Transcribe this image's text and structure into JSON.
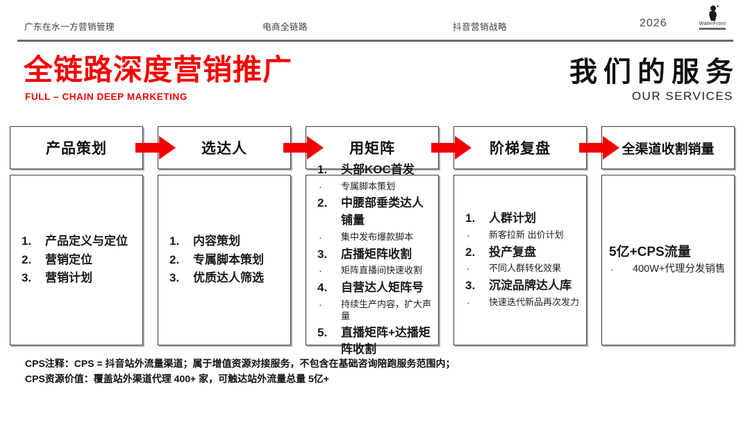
{
  "header": {
    "nav": [
      "广东在水一方营销管理",
      "电商全链路",
      "抖音营销战略"
    ],
    "year": "2026",
    "logo_text": "WaterFront"
  },
  "title": {
    "main": "全链路深度营销推广",
    "subtitle": "FULL – CHAIN DEEP MARKETING"
  },
  "services": {
    "cn": "我们的服务",
    "en": "OUR SERVICES"
  },
  "colors": {
    "accent_red": "#F40000",
    "box_border": "#3C3C3C"
  },
  "process": {
    "columns": [
      {
        "header": "产品策划",
        "items": [
          {
            "num": "1.",
            "title": "产品定义与定位"
          },
          {
            "num": "2.",
            "title": "营销定位"
          },
          {
            "num": "3.",
            "title": "营销计划"
          }
        ]
      },
      {
        "header": "选达人",
        "items": [
          {
            "num": "1.",
            "title": "内容策划"
          },
          {
            "num": "2.",
            "title": "专属脚本策划"
          },
          {
            "num": "3.",
            "title": "优质达人筛选"
          }
        ]
      },
      {
        "header": "用矩阵",
        "items": [
          {
            "num": "1.",
            "title": "头部KOC首发",
            "sub": "专属脚本策划"
          },
          {
            "num": "2.",
            "title": "中腰部垂类达人铺量",
            "sub": "集中发布爆款脚本"
          },
          {
            "num": "3.",
            "title": "店播矩阵收割",
            "sub": "矩阵直播间快速收割"
          },
          {
            "num": "4.",
            "title": "自营达人矩阵号",
            "sub": "持续生产内容，扩大声量"
          },
          {
            "num": "5.",
            "title": "直播矩阵+达播矩阵收割"
          }
        ]
      },
      {
        "header": "阶梯复盘",
        "items": [
          {
            "num": "1.",
            "title": "人群计划",
            "sub": "新客拉新 出价计划"
          },
          {
            "num": "2.",
            "title": "投产复盘",
            "sub": "不同人群转化效果"
          },
          {
            "num": "3.",
            "title": "沉淀品牌达人库",
            "sub": "快速迭代新品再次发力"
          }
        ]
      },
      {
        "header": "全渠道收割销量",
        "items": [
          {
            "title": "5亿+CPS流量",
            "sub": "400W+代理分发销售"
          }
        ]
      }
    ]
  },
  "footnotes": [
    "CPS注释：CPS = 抖音站外流量渠道；属于增值资源对接服务，不包含在基础咨询陪跑服务范围内；",
    "CPS资源价值：覆盖站外渠道代理 400+ 家，可触达站外流量总量 5亿+"
  ]
}
